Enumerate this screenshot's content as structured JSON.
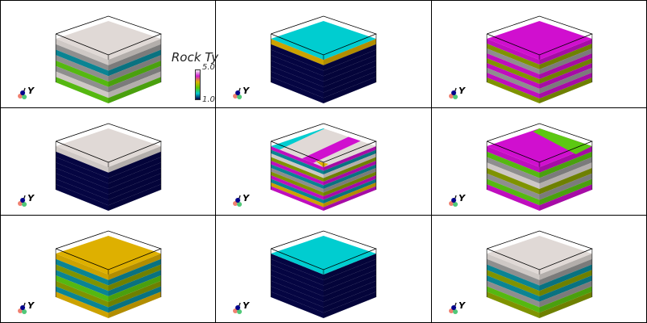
{
  "colormap": {
    "title": "Rock Ty",
    "max_label": "5.0",
    "min_label": "1.0",
    "stops": [
      "#00004d",
      "#00c8d0",
      "#5cc800",
      "#e0b000",
      "#d01ed0",
      "#f2f2f2"
    ]
  },
  "palette": {
    "navy": "#050548",
    "cyan": "#00cdd0",
    "green": "#5cc812",
    "gold": "#deb000",
    "magenta": "#d00fcf",
    "gray": "#9a9a9a",
    "beige": "#e0d9d6",
    "teal": "#0b8fa0",
    "olive": "#8aa000"
  },
  "axis_triad": {
    "label": "Y"
  },
  "panels": [
    {
      "top": "beige",
      "layers": [
        "beige",
        "gray",
        "teal",
        "gray",
        "green",
        "gray",
        "beige",
        "green"
      ]
    },
    {
      "top": "cyan",
      "layers": [
        "gold",
        "navy",
        "navy",
        "navy",
        "navy",
        "navy",
        "navy",
        "navy"
      ]
    },
    {
      "top": "magenta",
      "layers": [
        "magenta",
        "olive",
        "gray",
        "magenta",
        "olive",
        "magenta",
        "gray",
        "magenta",
        "olive"
      ]
    },
    {
      "top": "beige",
      "layers": [
        "beige",
        "navy",
        "navy",
        "navy",
        "navy",
        "navy",
        "navy",
        "navy"
      ]
    },
    {
      "top": "stripes",
      "layers": [
        "magenta",
        "teal",
        "beige",
        "olive",
        "magenta",
        "teal",
        "gray",
        "olive",
        "magenta",
        "teal",
        "gold",
        "magenta"
      ]
    },
    {
      "top": "split",
      "layers": [
        "magenta",
        "green",
        "gray",
        "beige",
        "olive",
        "gray",
        "green",
        "magenta"
      ]
    },
    {
      "top": "gold",
      "layers": [
        "gold",
        "teal",
        "olive",
        "teal",
        "green",
        "olive",
        "teal",
        "gold"
      ]
    },
    {
      "top": "cyan",
      "layers": [
        "navy",
        "navy",
        "navy",
        "navy",
        "navy",
        "navy",
        "navy",
        "navy"
      ]
    },
    {
      "top": "beige",
      "layers": [
        "beige",
        "gray",
        "teal",
        "olive",
        "teal",
        "gray",
        "green",
        "olive"
      ]
    }
  ]
}
